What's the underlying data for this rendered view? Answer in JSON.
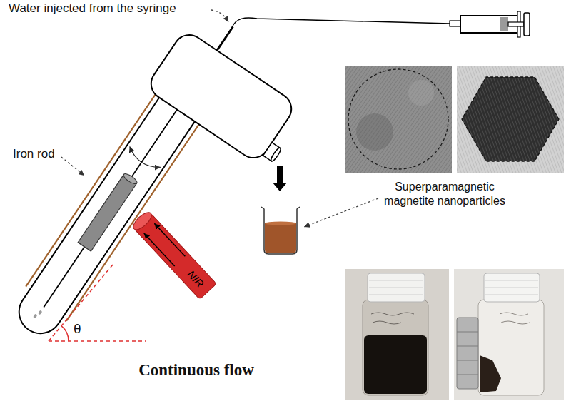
{
  "diagram": {
    "caption": "Continuous flow",
    "nodes": [
      {
        "text": [
          "NIR"
        ]
      }
    ],
    "labels": [
      "Water injected from the syringe",
      "Iron rod",
      "Superparamagnetic magnetite nanoparticles",
      "θ"
    ]
  }
}
